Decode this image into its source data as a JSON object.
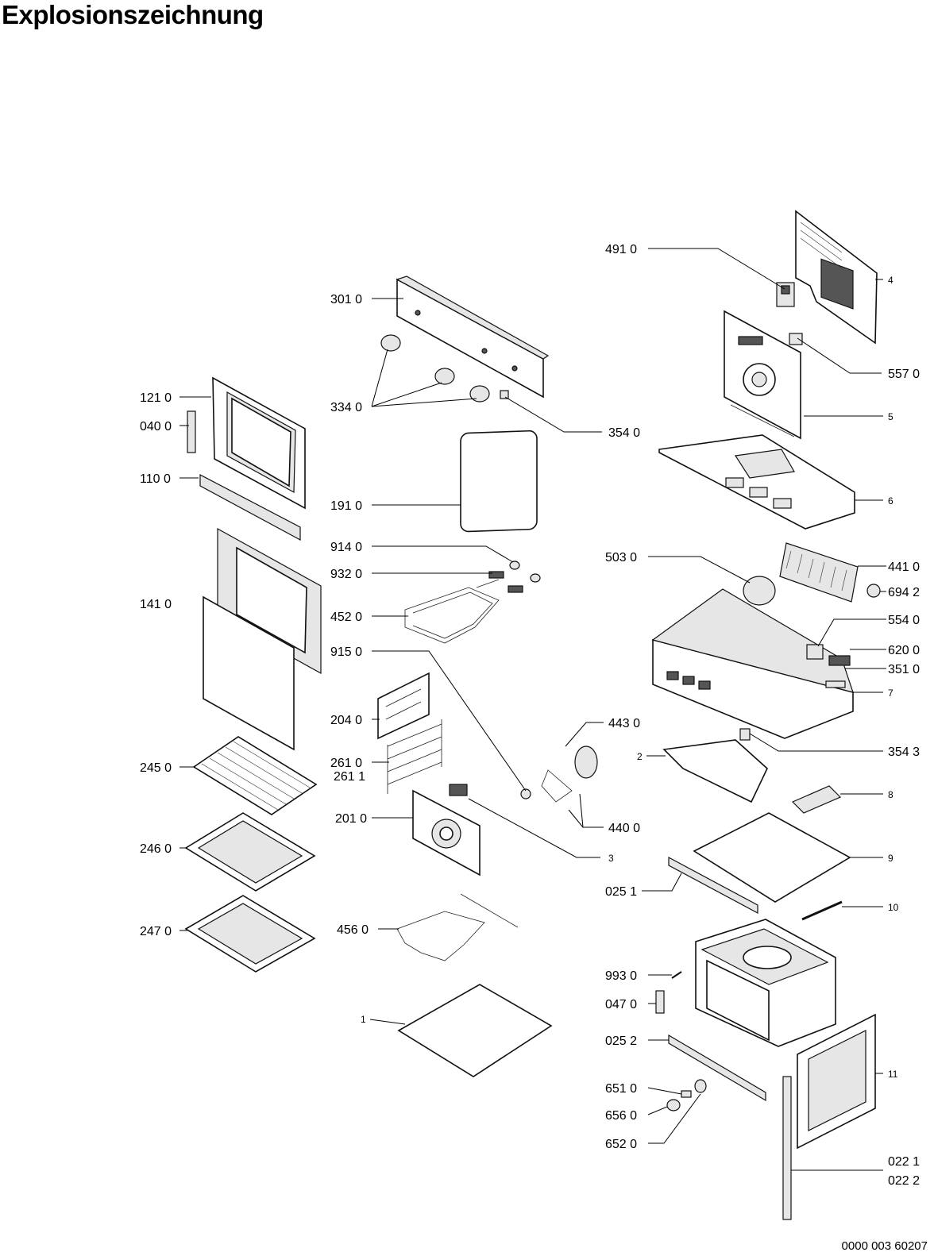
{
  "title": "Explosionszeichnung",
  "document_number": "0000 003 60207",
  "parts": [
    {
      "id": "p4910",
      "label": "491 0"
    },
    {
      "id": "p4",
      "label": "4"
    },
    {
      "id": "p3010",
      "label": "301 0"
    },
    {
      "id": "p5570",
      "label": "557 0"
    },
    {
      "id": "p1210",
      "label": "121 0"
    },
    {
      "id": "p0400",
      "label": "040 0"
    },
    {
      "id": "p3340",
      "label": "334 0"
    },
    {
      "id": "p5",
      "label": "5"
    },
    {
      "id": "p3540",
      "label": "354 0"
    },
    {
      "id": "p1100",
      "label": "110 0"
    },
    {
      "id": "p1910",
      "label": "191 0"
    },
    {
      "id": "p6",
      "label": "6"
    },
    {
      "id": "p9140",
      "label": "914 0"
    },
    {
      "id": "p5030",
      "label": "503 0"
    },
    {
      "id": "p4410",
      "label": "441 0"
    },
    {
      "id": "p9320",
      "label": "932 0"
    },
    {
      "id": "p6942",
      "label": "694 2"
    },
    {
      "id": "p1410",
      "label": "141 0"
    },
    {
      "id": "p4520",
      "label": "452 0"
    },
    {
      "id": "p5540",
      "label": "554 0"
    },
    {
      "id": "p9150",
      "label": "915 0"
    },
    {
      "id": "p6200",
      "label": "620 0"
    },
    {
      "id": "p3510",
      "label": "351 0"
    },
    {
      "id": "p7",
      "label": "7"
    },
    {
      "id": "p2040",
      "label": "204 0"
    },
    {
      "id": "p4430",
      "label": "443 0"
    },
    {
      "id": "p2450",
      "label": "245 0"
    },
    {
      "id": "p2610",
      "label": "261 0"
    },
    {
      "id": "p2611",
      "label": "261 1"
    },
    {
      "id": "p2",
      "label": "2"
    },
    {
      "id": "p3543",
      "label": "354 3"
    },
    {
      "id": "p8",
      "label": "8"
    },
    {
      "id": "p2010",
      "label": "201 0"
    },
    {
      "id": "p4400",
      "label": "440 0"
    },
    {
      "id": "p2460",
      "label": "246 0"
    },
    {
      "id": "p3",
      "label": "3"
    },
    {
      "id": "p9",
      "label": "9"
    },
    {
      "id": "p0251",
      "label": "025 1"
    },
    {
      "id": "p10",
      "label": "10"
    },
    {
      "id": "p2470",
      "label": "247 0"
    },
    {
      "id": "p4560",
      "label": "456 0"
    },
    {
      "id": "p9930",
      "label": "993 0"
    },
    {
      "id": "p0470",
      "label": "047 0"
    },
    {
      "id": "p1",
      "label": "1"
    },
    {
      "id": "p0252",
      "label": "025 2"
    },
    {
      "id": "p6510",
      "label": "651 0"
    },
    {
      "id": "p11",
      "label": "11"
    },
    {
      "id": "p6560",
      "label": "656 0"
    },
    {
      "id": "p6520",
      "label": "652 0"
    },
    {
      "id": "p0221",
      "label": "022 1"
    },
    {
      "id": "p0222",
      "label": "022 2"
    }
  ]
}
